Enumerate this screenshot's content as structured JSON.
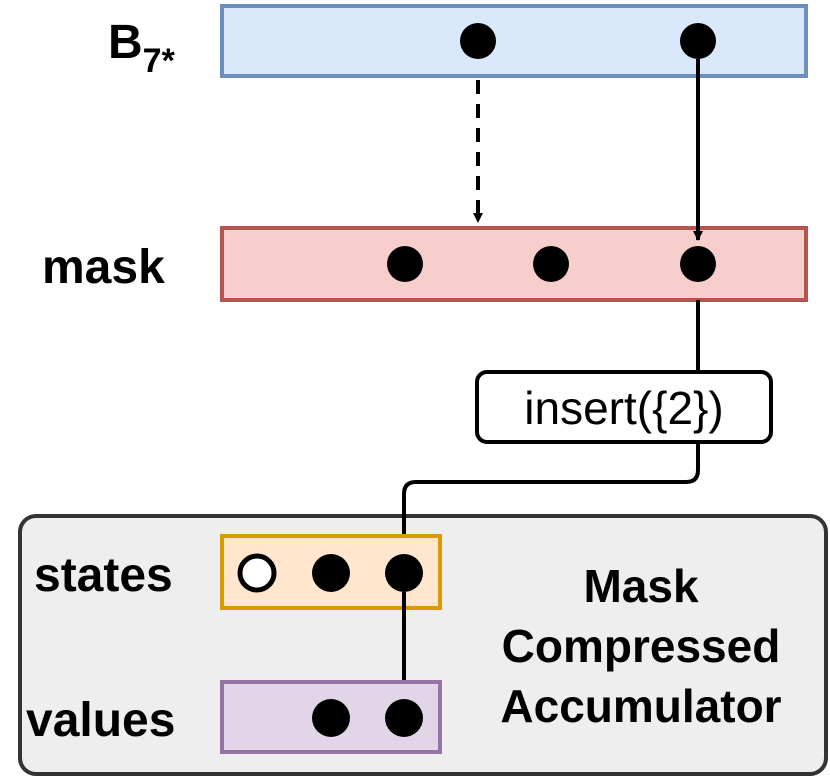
{
  "rows": {
    "b": {
      "label_main": "B",
      "label_sub": "7*",
      "fill": "#dae8fc",
      "stroke": "#6c8ebf",
      "dots": [
        "filled",
        "filled"
      ]
    },
    "mask": {
      "label": "mask",
      "fill": "#f8cecc",
      "stroke": "#b85450",
      "dots": [
        "filled",
        "filled",
        "filled"
      ]
    }
  },
  "operation": {
    "label": "insert({2})"
  },
  "accumulator": {
    "fill": "#eeeeee",
    "stroke": "#333333",
    "title_lines": [
      "Mask",
      "Compressed",
      "Accumulator"
    ],
    "states": {
      "label": "states",
      "fill": "#ffe6cc",
      "stroke": "#d79b00",
      "dots": [
        "empty",
        "filled",
        "filled"
      ]
    },
    "values": {
      "label": "values",
      "fill": "#e1d5e7",
      "stroke": "#9673a6",
      "dots": [
        "filled",
        "filled"
      ]
    }
  },
  "arrows": [
    {
      "from": "b-dot-1",
      "to": "mask-row",
      "style": "dashed"
    },
    {
      "from": "b-dot-2",
      "to": "mask-dot-3",
      "style": "solid"
    },
    {
      "from": "mask-dot-3",
      "to": "states-dot-3",
      "style": "solid",
      "via": "insert-op"
    },
    {
      "from": "states-dot-3",
      "to": "values-dot-2",
      "style": "solid"
    }
  ]
}
